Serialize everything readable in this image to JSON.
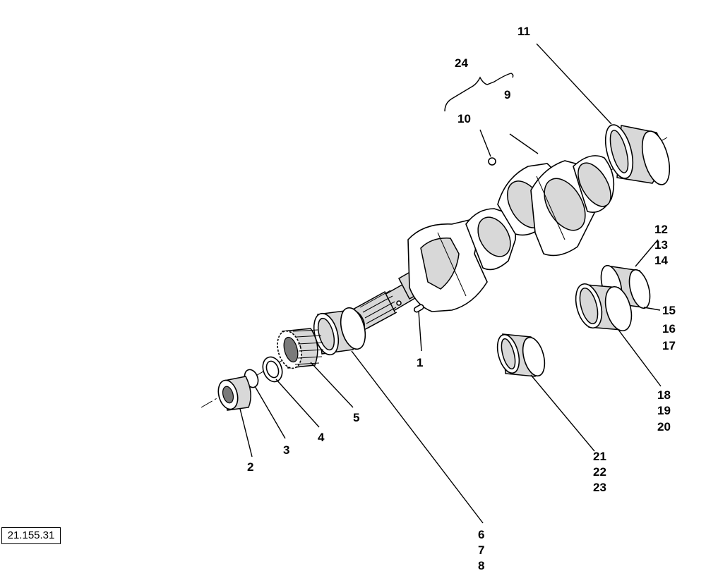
{
  "reference_code": "21.155.31",
  "callouts": {
    "c1": "1",
    "c2": "2",
    "c3": "3",
    "c4": "4",
    "c5": "5",
    "c6": "6",
    "c7": "7",
    "c8": "8",
    "c9": "9",
    "c10": "10",
    "c11": "11",
    "c12": "12",
    "c13": "13",
    "c14": "14",
    "c15": "15",
    "c16": "16",
    "c17": "17",
    "c18": "18",
    "c19": "19",
    "c20": "20",
    "c21": "21",
    "c22": "22",
    "c23": "23",
    "c24": "24"
  }
}
